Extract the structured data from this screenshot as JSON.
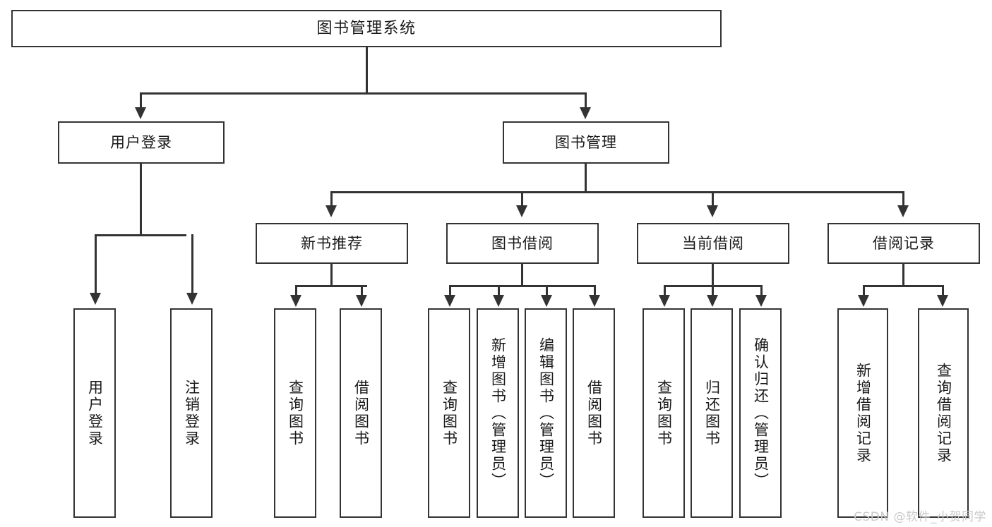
{
  "diagram": {
    "type": "tree-hierarchy-chart",
    "title": "图书管理系统",
    "root": {
      "label": "图书管理系统"
    },
    "level2": [
      {
        "label": "用户登录"
      },
      {
        "label": "图书管理"
      }
    ],
    "level3": [
      {
        "label": "新书推荐"
      },
      {
        "label": "图书借阅"
      },
      {
        "label": "当前借阅"
      },
      {
        "label": "借阅记录"
      }
    ],
    "leaves": {
      "user_login": [
        {
          "label": "用户登录"
        },
        {
          "label": "注销登录"
        }
      ],
      "new_book_recommend": [
        {
          "label": "查询图书"
        },
        {
          "label": "借阅图书"
        }
      ],
      "book_borrow": [
        {
          "label": "查询图书"
        },
        {
          "label": "新增图书（管理员）"
        },
        {
          "label": "编辑图书（管理员）"
        },
        {
          "label": "借阅图书"
        }
      ],
      "current_borrow": [
        {
          "label": "查询图书"
        },
        {
          "label": "归还图书"
        },
        {
          "label": "确认归还（管理员）"
        }
      ],
      "borrow_record": [
        {
          "label": "新增借阅记录"
        },
        {
          "label": "查询借阅记录"
        }
      ]
    }
  },
  "watermark": {
    "text": "CSDN @软件_小贺同学"
  },
  "colors": {
    "box_border": "#333333",
    "box_fill": "#ffffff",
    "text": "#1a1a1a",
    "connector": "#333333",
    "watermark": "#c9c9c9",
    "background": "#ffffff"
  }
}
